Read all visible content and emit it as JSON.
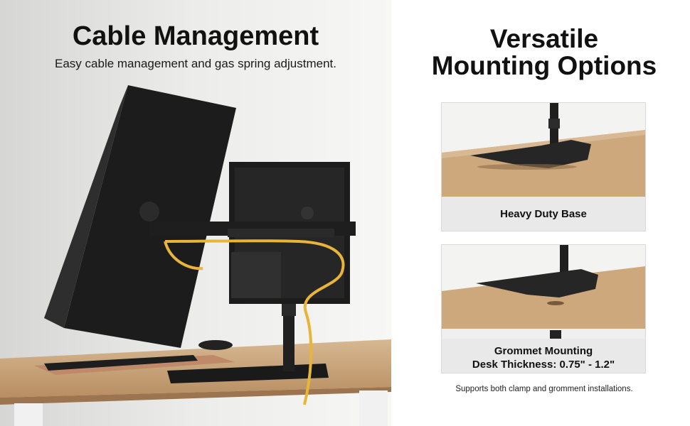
{
  "left_panel": {
    "title": "Cable Management",
    "subtitle": "Easy cable management and gas spring adjustment."
  },
  "right_panel": {
    "title_line1": "Versatile",
    "title_line2": "Mounting Options",
    "cards": [
      {
        "caption_line1": "Heavy Duty Base"
      },
      {
        "caption_line1": "Grommet Mounting",
        "caption_line2": "Desk Thickness: 0.75\" - 1.2\""
      }
    ],
    "footnote": "Supports both clamp and gromment installations."
  },
  "colors": {
    "cable": "#e8b43a",
    "desk": "#c8a27a",
    "monitor": "#1c1c1c"
  }
}
